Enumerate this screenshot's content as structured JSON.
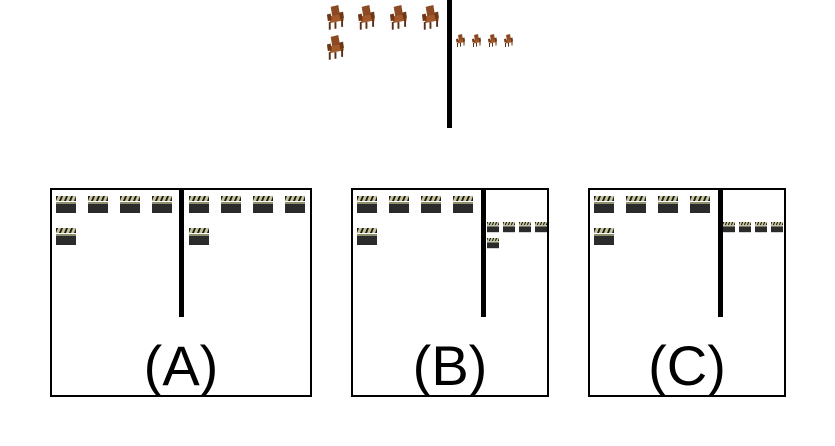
{
  "reference": {
    "left_group": {
      "item": "chair-icon",
      "count": 5
    },
    "right_group": {
      "item": "chair-icon",
      "count": 4,
      "size": "small"
    }
  },
  "options": [
    {
      "label": "(A)",
      "left_group": {
        "item": "clapperboard-icon",
        "count": 5
      },
      "right_group": {
        "item": "clapperboard-icon",
        "count": 5,
        "size": "same"
      }
    },
    {
      "label": "(B)",
      "left_group": {
        "item": "clapperboard-icon",
        "count": 5
      },
      "right_group": {
        "item": "clapperboard-icon",
        "count": 5,
        "size": "small"
      }
    },
    {
      "label": "(C)",
      "left_group": {
        "item": "clapperboard-icon",
        "count": 5
      },
      "right_group": {
        "item": "clapperboard-icon",
        "count": 4,
        "size": "small"
      }
    }
  ],
  "colors": {
    "chair": "#8B4A22",
    "clapper": "#2b2b2b",
    "line": "#000000"
  }
}
